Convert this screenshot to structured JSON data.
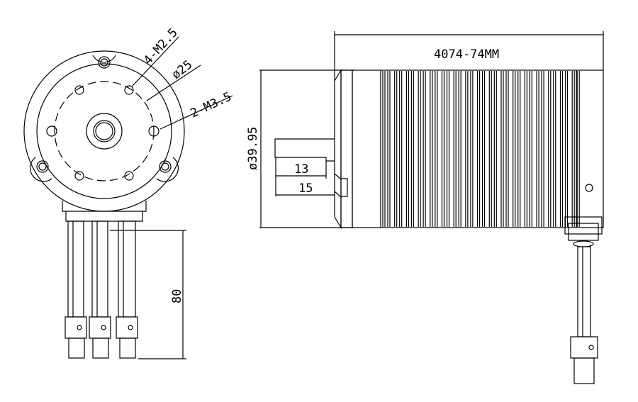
{
  "front_view": {
    "labels": {
      "holes_small": "4-M2.5",
      "pcd": "ø25",
      "holes_large": "2-M3.5"
    },
    "lead_length": "80"
  },
  "side_view": {
    "length_label": "4074-74MM",
    "diameter_label": "ø39.95",
    "shaft_dim_1": "13",
    "shaft_dim_2": "15"
  },
  "colors": {
    "line": "#000000",
    "background": "#ffffff"
  }
}
